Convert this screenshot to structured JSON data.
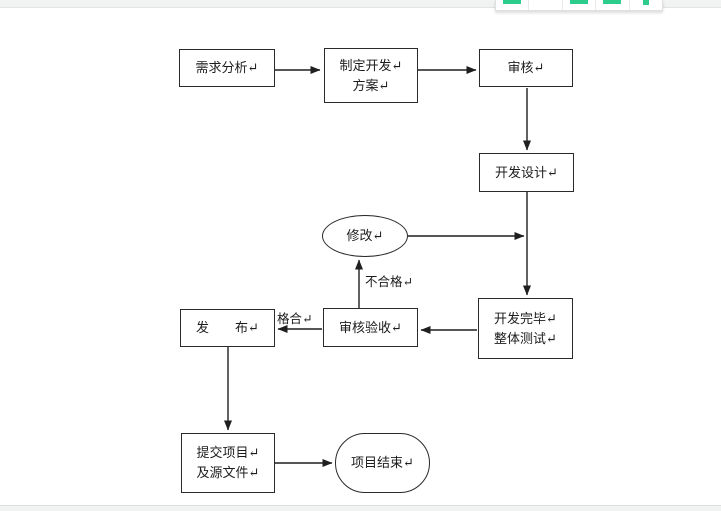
{
  "toolbar": {
    "accent_green": "#2bcc8c",
    "cells": [
      {
        "icon": "toolbar-icon-fragment-1"
      },
      {
        "icon": "toolbar-icon-fragment-2"
      },
      {
        "icon": "toolbar-icon-fragment-3"
      },
      {
        "icon": "toolbar-icon-fragment-4"
      },
      {
        "icon": "toolbar-icon-fragment-5"
      }
    ]
  },
  "flowchart": {
    "line_color": "#1f1f1f",
    "nodes": {
      "requirements": {
        "label": "需求分析↵"
      },
      "plan": {
        "line1": "制定开发↵",
        "line2": "方案↵"
      },
      "review": {
        "label": "审核↵"
      },
      "design": {
        "label": "开发设计↵"
      },
      "modify": {
        "label": "修改↵"
      },
      "dev_complete": {
        "line1": "开发完毕↵",
        "line2": "整体测试↵"
      },
      "acceptance": {
        "label": "审核验收↵"
      },
      "release": {
        "label": "发　　布↵"
      },
      "submit": {
        "line1": "提交项目↵",
        "line2": "及源文件↵"
      },
      "end": {
        "label": "项目结束↵"
      }
    },
    "edge_labels": {
      "unqualified": "不合格↵",
      "qualified": "格合↵"
    },
    "edges": [
      {
        "from": "requirements",
        "to": "plan"
      },
      {
        "from": "plan",
        "to": "review"
      },
      {
        "from": "review",
        "to": "design"
      },
      {
        "from": "design",
        "to": "dev_complete"
      },
      {
        "from": "modify",
        "to": "design-devcomplete-line"
      },
      {
        "from": "dev_complete",
        "to": "acceptance"
      },
      {
        "from": "acceptance",
        "to": "modify",
        "label": "不合格↵"
      },
      {
        "from": "acceptance",
        "to": "release",
        "label": "格合↵"
      },
      {
        "from": "release",
        "to": "submit"
      },
      {
        "from": "submit",
        "to": "end"
      }
    ]
  }
}
